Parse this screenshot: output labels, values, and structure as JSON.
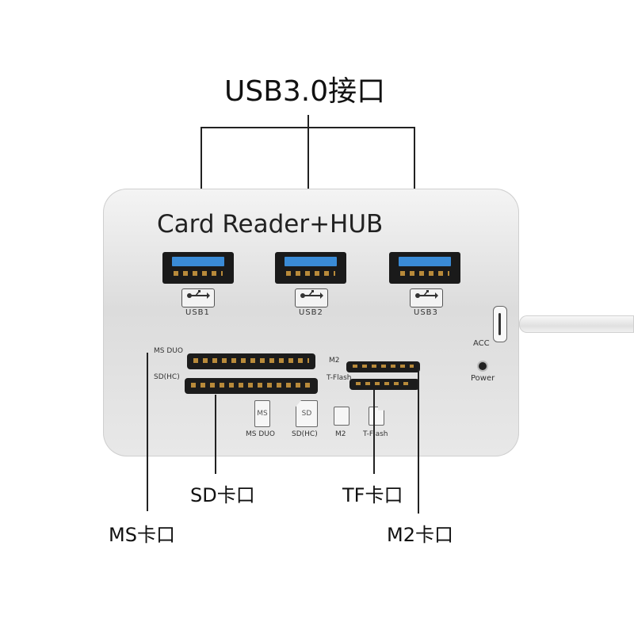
{
  "callouts": {
    "usb": "USB3.0接口",
    "sd": "SD卡口",
    "tf": "TF卡口",
    "ms": "MS卡口",
    "m2": "M2卡口"
  },
  "device": {
    "title": "Card Reader+HUB",
    "usb_ports": [
      {
        "label": "USB1"
      },
      {
        "label": "USB2"
      },
      {
        "label": "USB3"
      }
    ],
    "acc_label": "ACC",
    "power_label": "Power",
    "slot_labels": {
      "ms_duo": "MS DUO",
      "sd_hc": "SD(HC)",
      "m2": "M2",
      "t_flash": "T-Flash"
    },
    "card_icons": [
      {
        "label": "MS DUO",
        "glyph": "MS"
      },
      {
        "label": "SD(HC)",
        "glyph": "SD"
      },
      {
        "label": "M2",
        "glyph": ""
      },
      {
        "label": "T-Flash",
        "glyph": ""
      }
    ],
    "usb_symbol": "⭠"
  },
  "colors": {
    "usb_tongue": "#3a8bd6",
    "pins": "#b88a3a",
    "slot": "#1c1c1c",
    "device_body": "#e4e4e4"
  }
}
